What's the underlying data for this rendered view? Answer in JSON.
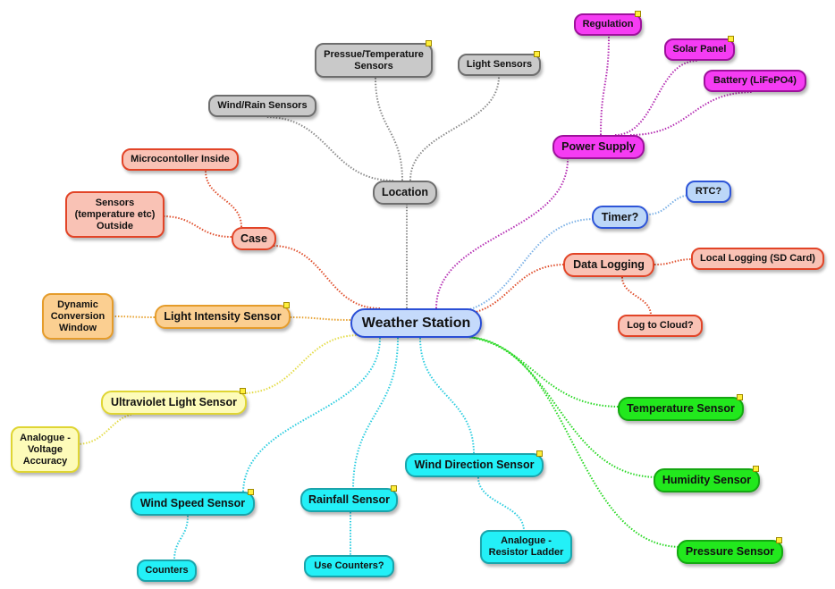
{
  "title": "Weather Station",
  "colors": {
    "gray": {
      "fill": "#c9c9c9",
      "border": "#6e6e6e",
      "line": "#8c8c8c"
    },
    "magenta": {
      "fill": "#f53cf3",
      "border": "#9d119b",
      "line": "#b52fb3"
    },
    "salmon": {
      "fill": "#f9c2b5",
      "border": "#e24427",
      "line": "#e0512f"
    },
    "orange": {
      "fill": "#fbcf91",
      "border": "#e59c2b",
      "line": "#e7a12f"
    },
    "yellow": {
      "fill": "#fdfbb9",
      "border": "#dfd533",
      "line": "#e4dc48"
    },
    "cyan": {
      "fill": "#23f0f7",
      "border": "#1aa4ab",
      "line": "#2ccde0"
    },
    "green": {
      "fill": "#22e81d",
      "border": "#15a712",
      "line": "#27d822"
    },
    "blue": {
      "fill": "#bcd7f8",
      "border": "#2e55d8",
      "line": "#7ab0e6"
    },
    "root": {
      "fill": "#c5dafb",
      "border": "#2b4fd6"
    }
  },
  "nodes": {
    "root": {
      "label": "Weather Station"
    },
    "location": {
      "label": "Location"
    },
    "wind_rain": {
      "label": "Wind/Rain Sensors"
    },
    "pressure_temp": {
      "label": "Pressue/Temperature\nSensors",
      "note": true
    },
    "light_sensors": {
      "label": "Light Sensors",
      "note": true
    },
    "power_supply": {
      "label": "Power Supply"
    },
    "regulation": {
      "label": "Regulation",
      "note": true
    },
    "solar_panel": {
      "label": "Solar Panel",
      "note": true
    },
    "battery": {
      "label": "Battery (LiFePO4)"
    },
    "case": {
      "label": "Case"
    },
    "microcontroller": {
      "label": "Microcontoller Inside"
    },
    "sensors_outside": {
      "label": "Sensors\n(temperature etc)\nOutside"
    },
    "timer": {
      "label": "Timer?"
    },
    "rtc": {
      "label": "RTC?"
    },
    "data_logging": {
      "label": "Data Logging"
    },
    "local_logging": {
      "label": "Local Logging (SD Card)"
    },
    "log_cloud": {
      "label": "Log to Cloud?"
    },
    "light_intensity": {
      "label": "Light Intensity Sensor",
      "note": true
    },
    "dynamic_conversion": {
      "label": "Dynamic\nConversion\nWindow"
    },
    "uv_sensor": {
      "label": "Ultraviolet Light Sensor",
      "note": true
    },
    "analogue_voltage": {
      "label": "Analogue -\nVoltage\nAccuracy"
    },
    "wind_speed": {
      "label": "Wind Speed Sensor",
      "note": true
    },
    "counters": {
      "label": "Counters"
    },
    "rainfall": {
      "label": "Rainfall Sensor",
      "note": true
    },
    "use_counters": {
      "label": "Use Counters?"
    },
    "wind_direction": {
      "label": "Wind Direction Sensor",
      "note": true
    },
    "resistor_ladder": {
      "label": "Analogue -\nResistor Ladder"
    },
    "temperature": {
      "label": "Temperature Sensor",
      "note": true
    },
    "humidity": {
      "label": "Humidity Sensor",
      "note": true
    },
    "pressure": {
      "label": "Pressure Sensor",
      "note": true
    }
  }
}
